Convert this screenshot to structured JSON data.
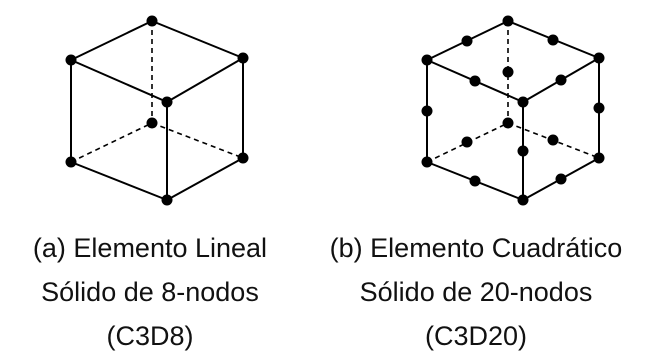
{
  "elements": [
    {
      "id": "a",
      "nodes_label_count": 8,
      "caption": {
        "line1": "(a) Elemento Lineal",
        "line2": "Sólido de 8-nodos",
        "line3": "(C3D8)"
      }
    },
    {
      "id": "b",
      "nodes_label_count": 20,
      "caption": {
        "line1": "(b) Elemento Cuadrático",
        "line2": "Sólido de 20-nodos",
        "line3": "(C3D20)"
      }
    }
  ],
  "colors": {
    "ink": "#000000",
    "background": "#ffffff"
  }
}
